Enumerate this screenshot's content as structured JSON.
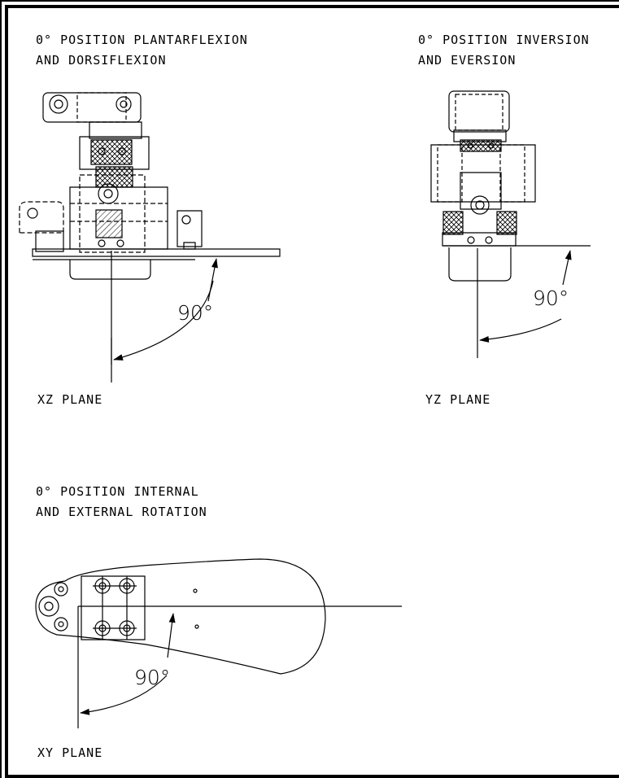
{
  "views": {
    "xz": {
      "title_line1": "0° POSITION PLANTARFLEXION",
      "title_line2": "AND DORSIFLEXION",
      "angle": "90°",
      "plane": "XZ PLANE"
    },
    "yz": {
      "title_line1": "0° POSITION INVERSION",
      "title_line2": "AND EVERSION",
      "angle": "90°",
      "plane": "YZ PLANE"
    },
    "xy": {
      "title_line1": "0° POSITION INTERNAL",
      "title_line2": "AND EXTERNAL ROTATION",
      "angle": "90°",
      "plane": "XY PLANE"
    }
  },
  "colors": {
    "ink": "#000000",
    "hatch_fill": "#d9d9d9",
    "paper": "#ffffff"
  }
}
